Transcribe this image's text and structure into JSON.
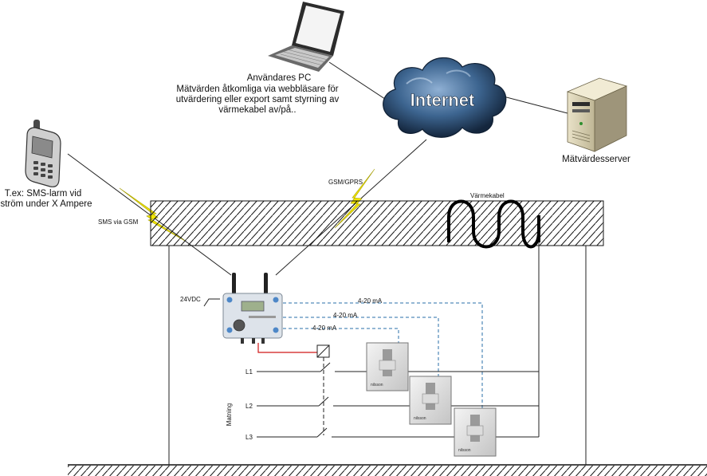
{
  "labels": {
    "pc_title": "Användares PC",
    "pc_desc_1": "Mätvärden åtkomliga via webbläsare för",
    "pc_desc_2": "utvärdering eller export samt styrning av",
    "pc_desc_3": "värmekabel av/på..",
    "internet": "Internet",
    "server": "Mätvärdesserver",
    "phone_1": "T.ex: SMS-larm vid",
    "phone_2": "ström under X Ampere",
    "sms": "SMS via GSM",
    "gsm": "GSM/GPRS",
    "heating_cable": "Värmekabel",
    "supply_voltage": "24VDC",
    "signal_1": "4-20 mA",
    "signal_2": "4-20 mA",
    "signal_3": "4-20 mA",
    "l1": "L1",
    "l2": "L2",
    "l3": "L3",
    "supply": "Matning",
    "brand_1": "nilsson",
    "brand_2": "nilsson",
    "brand_3": "nilsson"
  },
  "colors": {
    "lightning": "#f2e600",
    "signal_line": "#2a6fa8",
    "control_wire": "#d01818",
    "cloud_dark": "#1d3a5c",
    "cloud_light": "#6f8fb4"
  },
  "icons": [
    "laptop-icon",
    "cloud-icon",
    "server-icon",
    "mobile-phone-icon",
    "logger-device-icon",
    "current-transformer-icon",
    "heating-cable-icon"
  ]
}
